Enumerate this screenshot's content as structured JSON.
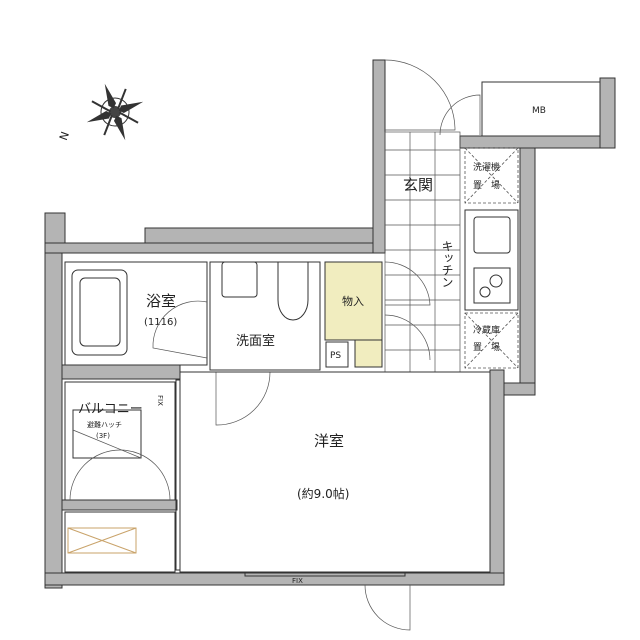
{
  "rooms": {
    "bath": {
      "label": "浴室",
      "size": "(1116)"
    },
    "washroom": {
      "label": "洗面室"
    },
    "closet": {
      "label": "物入",
      "color": "#f1edbf"
    },
    "ps": {
      "label": "PS"
    },
    "balcony": {
      "label": "バルコニー",
      "hatch": "避難ハッチ",
      "floor": "(3F)"
    },
    "western_room": {
      "label": "洋室",
      "size": "(約9.0帖)"
    },
    "entrance": {
      "label": "玄関"
    },
    "kitchen": {
      "label": "キッチン"
    },
    "washer_space": {
      "line1": "洗濯機",
      "line2": "置　場"
    },
    "fridge_space": {
      "line1": "冷蔵庫",
      "line2": "置　場"
    },
    "mb": {
      "label": "MB"
    }
  },
  "fix_labels": {
    "balcony_side": "FIX",
    "bottom": "FIX"
  },
  "compass": {
    "label": "N"
  },
  "colors": {
    "wall": "#b4b4b4",
    "closet": "#f1edbf"
  }
}
